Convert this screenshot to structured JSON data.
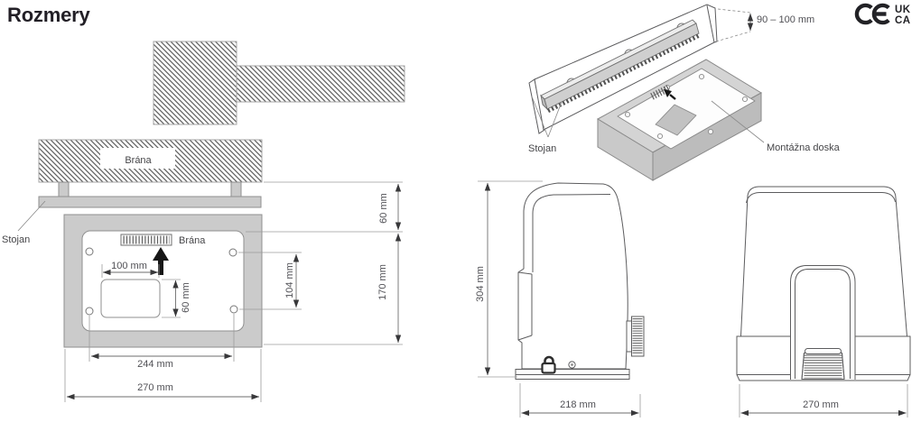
{
  "page": {
    "title": "Rozmery"
  },
  "marks": {
    "ce": "CE",
    "ukca": [
      "UK",
      "CA"
    ]
  },
  "labels": {
    "gate": "Brána",
    "gate_plate": "Brána",
    "stand_top": "Stojan",
    "stand_iso": "Stojan",
    "mounting_plate": "Montážna doska"
  },
  "dimensions": {
    "cutout_width": "100 mm",
    "cutout_height": "60 mm",
    "holes_vertical": "104 mm",
    "holes_horizontal": "244 mm",
    "plate_width": "270 mm",
    "gate_to_plate": "60 mm",
    "plate_depth": "170 mm",
    "rack_height": "90 – 100 mm",
    "motor_height": "304 mm",
    "motor_depth": "218 mm",
    "motor_width": "270 mm"
  }
}
